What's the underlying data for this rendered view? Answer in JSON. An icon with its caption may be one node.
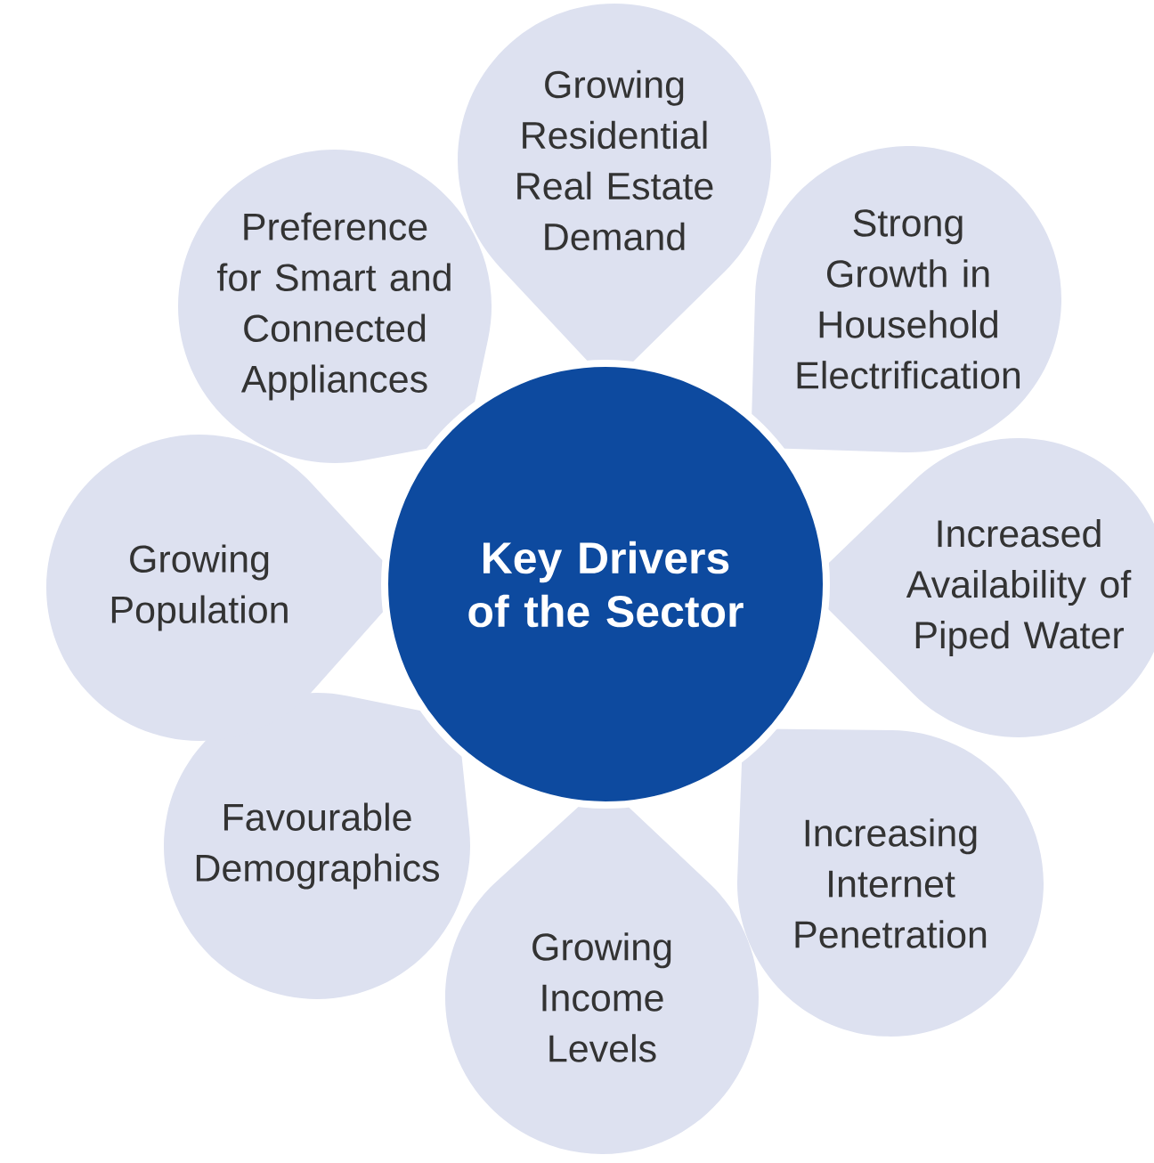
{
  "diagram": {
    "nodes": [
      {
        "text": [
          "Key Drivers of the Sector"
        ]
      },
      {
        "text": [
          "Growing Residential Real Estate Demand"
        ]
      },
      {
        "text": [
          "Strong Growth in Household Electrification"
        ]
      },
      {
        "text": [
          "Increased Availability of Piped Water"
        ]
      },
      {
        "text": [
          "Increasing Internet Penetration"
        ]
      },
      {
        "text": [
          "Growing Income Levels"
        ]
      },
      {
        "text": [
          "Favourable Demographics"
        ]
      },
      {
        "text": [
          "Growing Population"
        ]
      },
      {
        "text": [
          "Preference for Smart and Connected Appliances"
        ]
      }
    ]
  }
}
